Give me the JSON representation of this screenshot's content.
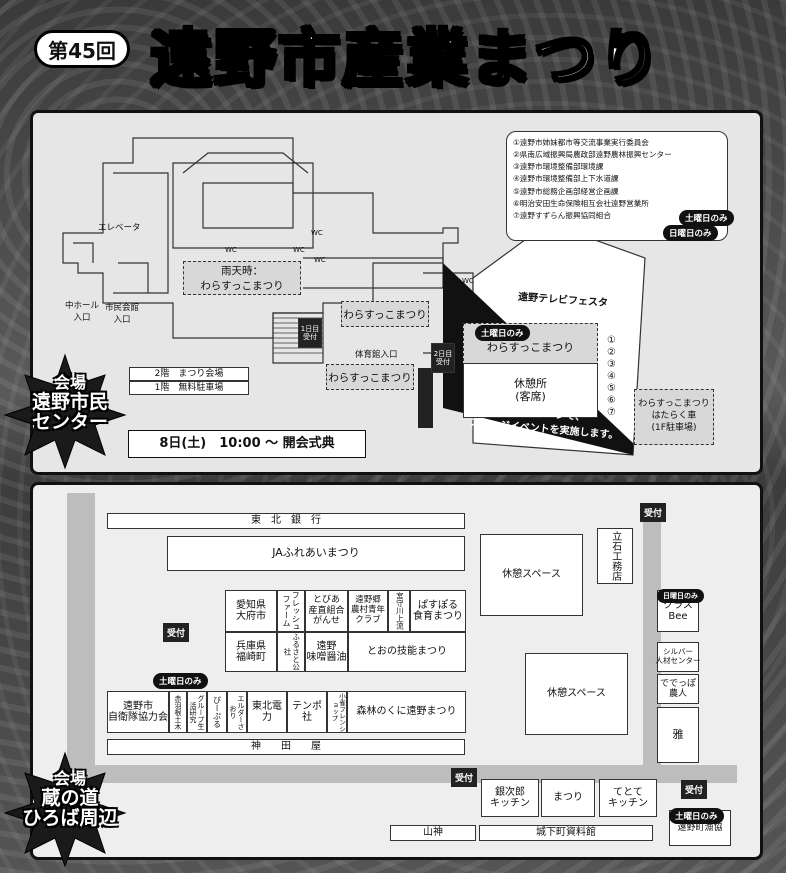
{
  "header": {
    "edition": "第45回",
    "title": "遠野市産業まつり"
  },
  "center": {
    "venue_label_1": "会場",
    "venue_label_2": "遠野市民",
    "venue_label_3": "センター",
    "elevator": "エレベータ",
    "naka_hall_entrance": "中ホール\n入口",
    "shimin_kaikan_entrance": "市民会館\n入口",
    "wc": "WC",
    "rain_venue": "雨天時：\nわらすっこまつり",
    "warasukko_1": "わらすっこまつり",
    "warasukko_2": "わらすっこまつり",
    "uketsuke_day1": "1日目\n受付",
    "uketsuke_day2": "2日目\n受付",
    "gym_entrance": "体育館入口",
    "legend_floor2": "2階　まつり会場",
    "legend_floor1": "1階　無料駐車場",
    "opening": "8日(土)　10:00 〜 開会式典",
    "tv_festa": "遠野テレビフェスタ",
    "warasukko_main": "わらすっこまつり",
    "rest_area": "休憩所\n(客席)",
    "stage_note": "このステージで、\nステージイベントを実施します。",
    "saturday_only": "土曜日のみ",
    "sunday_only": "日曜日のみ",
    "warasukko_car": "わらすっこまつり\nはたらく車\n(1F駐車場)",
    "numbers": [
      "①",
      "②",
      "③",
      "④",
      "⑤",
      "⑥",
      "⑦"
    ],
    "exhibitors": [
      "①遠野市姉妹都市等交流事業実行委員会",
      "②県南広域振興局農政部遠野農林振興センター",
      "③遠野市環境整備部環境課",
      "④遠野市環境整備部上下水道課",
      "⑤遠野市総務企画部経営企画課",
      "⑥明治安田生命保険相互会社遠野営業所",
      "⑦遠野すずらん振興協同組合"
    ]
  },
  "kura": {
    "venue_label_1": "会場",
    "venue_label_2": "蔵の道",
    "venue_label_3": "ひろば周辺",
    "tohoku_bank": "東　北　銀　行",
    "ja": "JAふれあいまつり",
    "rest_space": "休憩スペース",
    "tachishi": "立石工務店",
    "aichi": "愛知県\n大府市",
    "fresh_farm": "フレッシュファーム",
    "tobiami": "とびあ\n産直組合\nがんせ",
    "tono_noson": "遠野郷\n農村青年\nクラブ",
    "kura_ryu": "宮守川上流",
    "pasupo": "ぱすぽる\n食育まつり",
    "hyogo": "兵庫県\n福崎町",
    "furusato": "ふるさと公社",
    "tono_miso": "遠野\n味噌醤油",
    "tooi_gino": "とおの技能まつり",
    "jieitai": "遠野市\n自衛隊協力会",
    "akai": "赤羽根土木",
    "guru": "グループ生活研究",
    "pipuru": "ぴーぷる",
    "ezao": "エルダーさおり",
    "tohoku_denryoku": "東北電力",
    "tempo": "テンポ社",
    "shokutaku": "小雀フレンショップ",
    "mori": "森林のくに遠野まつり",
    "kanda": "神　　田　　屋",
    "uketsuke": "受付",
    "saturday_only": "土曜日のみ",
    "sunday_only": "日曜日のみ",
    "class_bee": "クラス\nBee",
    "silver": "シルバー\n人材センター",
    "dedeppo": "ででっぽ\n農人",
    "miyabi": "雅",
    "ginjiro": "銀次郎\nキッチン",
    "matsuri": "まつり",
    "tetote": "てとて\nキッチン",
    "yamagami": "山神",
    "shiro_shiryo": "城下町資料館",
    "tono_shoko": "遠野町漁協"
  }
}
